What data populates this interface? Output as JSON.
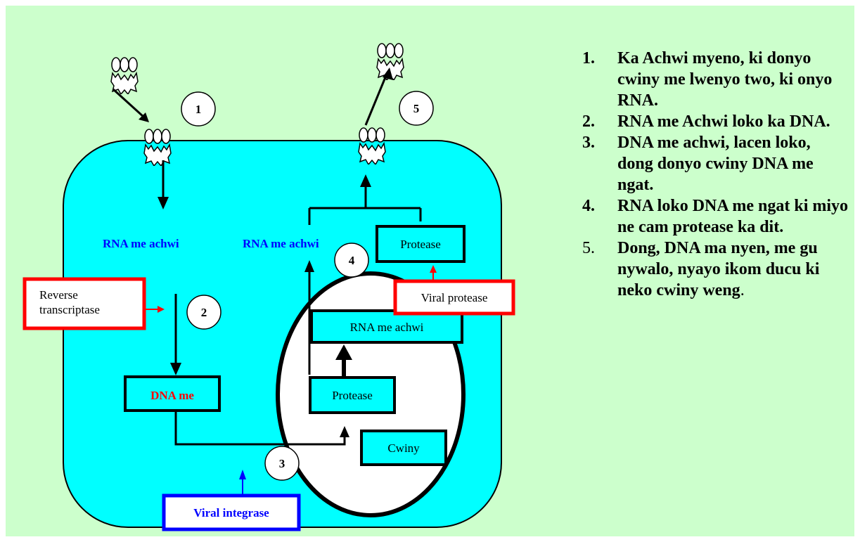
{
  "colors": {
    "background": "#CCFFCC",
    "cell": "#00FFFF",
    "nucleus": "#FFFFFF",
    "red_label": "#FF0000",
    "blue_label": "#0000FF",
    "box_red_border": "#FF0000",
    "box_blue_border": "#0000FF"
  },
  "labels": {
    "rna_left": "RNA me achwi",
    "rna_right": "RNA me achwi",
    "rna_nucleus": "RNA me achwi",
    "dna": "DNA me",
    "protease_box_top": "Protease",
    "protease_box_nucleus": "Protease",
    "cwiny": "Cwiny",
    "reverse_line1": "Reverse",
    "reverse_line2": "transcriptase",
    "viral_protease": "Viral protease",
    "viral_integrase": "Viral integrase"
  },
  "step_markers": [
    "1",
    "2",
    "3",
    "4",
    "5"
  ],
  "steps": [
    {
      "num": "1.",
      "text": "Ka Achwi myeno, ki donyo cwiny me lwenyo two, ki onyo RNA."
    },
    {
      "num": "2.",
      "text": "RNA me Achwi loko ka DNA."
    },
    {
      "num": "3.",
      "text": "DNA me achwi, lacen loko, dong donyo cwiny DNA me ngat."
    },
    {
      "num": "4.",
      "text": "RNA loko DNA me ngat ki miyo ne cam protease ka dit."
    },
    {
      "num": "5.",
      "text": "Dong, DNA ma nyen, me gu nywalo, nyayo ikom ducu ki neko cwiny weng",
      "tail": "."
    }
  ]
}
